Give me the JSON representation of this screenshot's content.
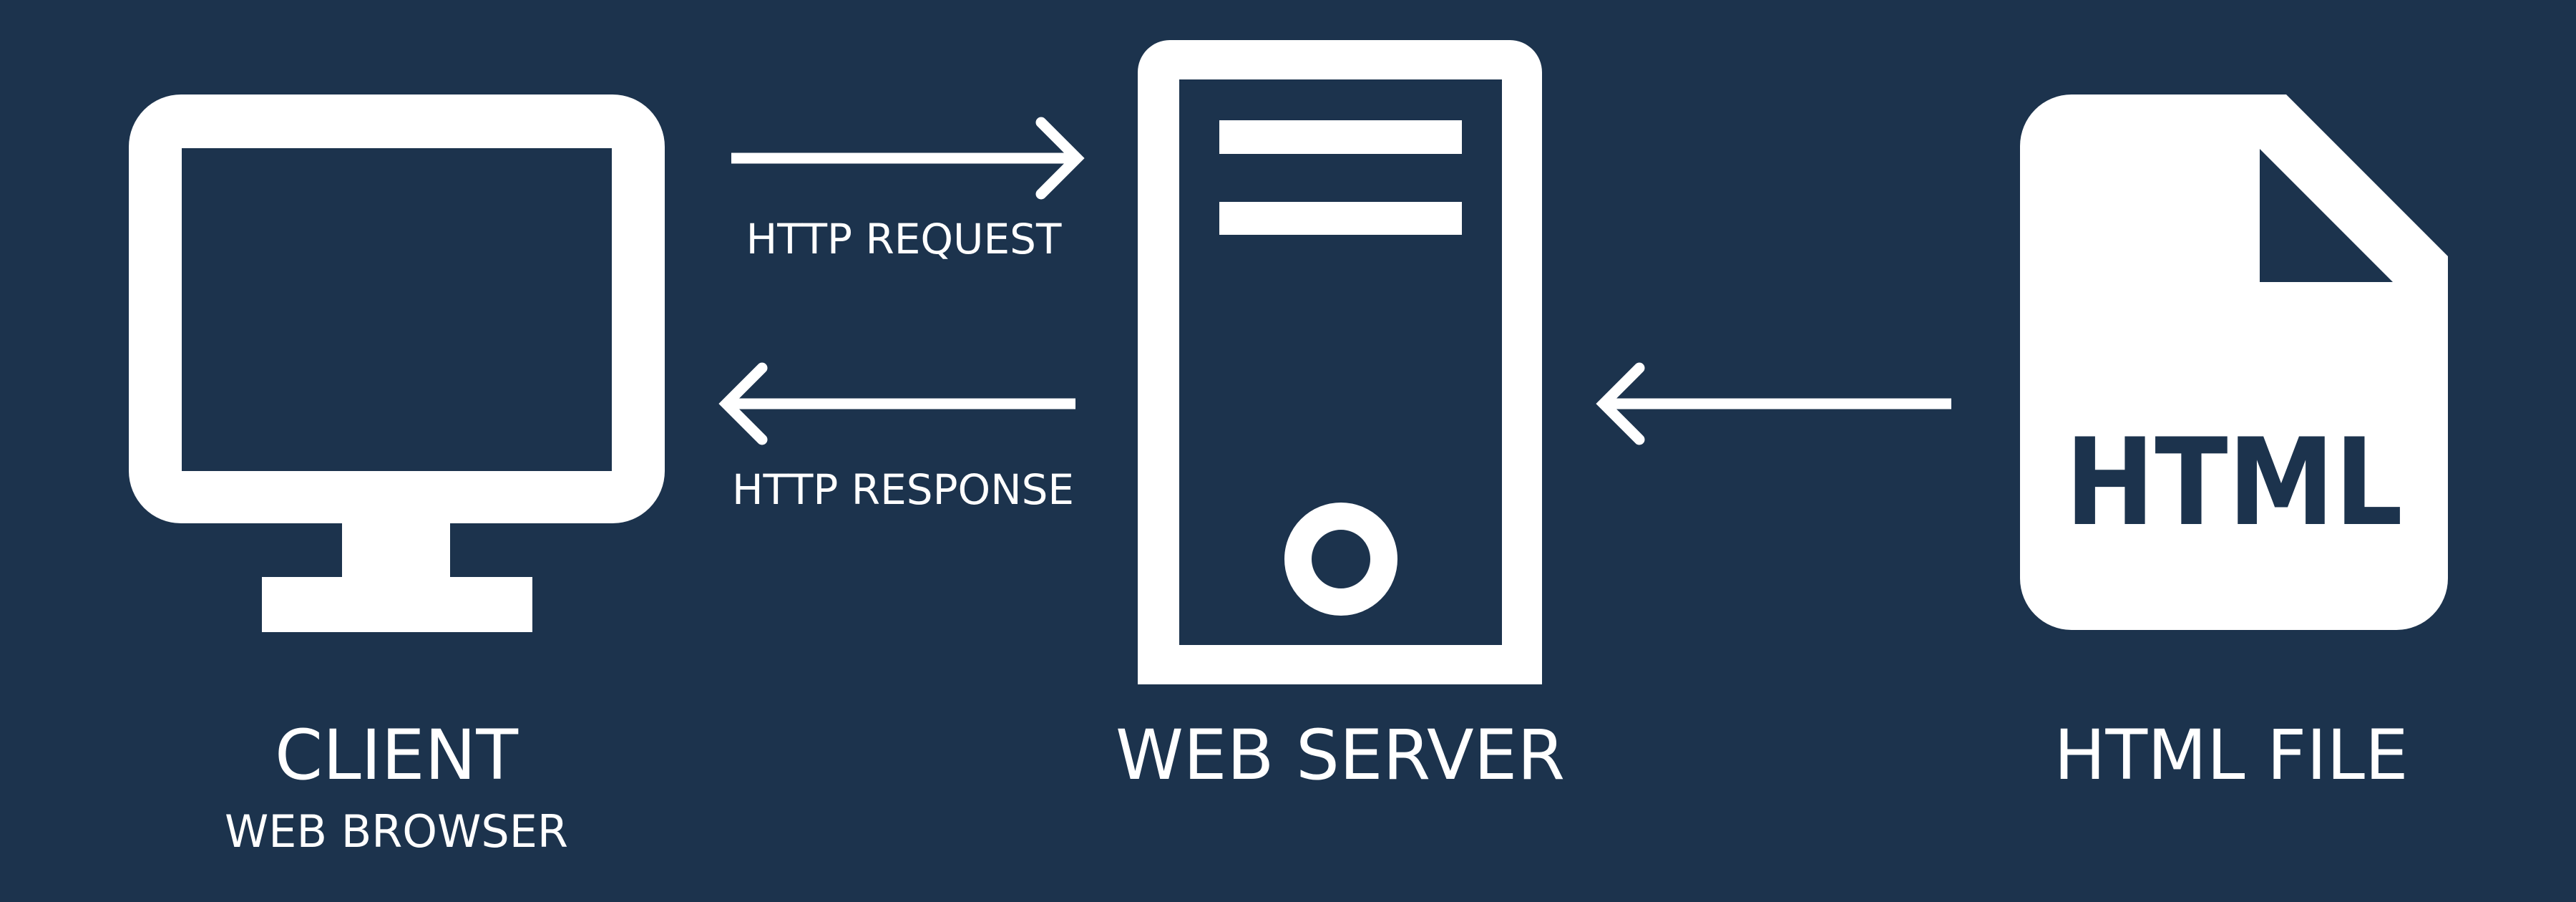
{
  "colors": {
    "background": "#1c334d",
    "foreground": "#ffffff"
  },
  "nodes": {
    "client": {
      "label": "CLIENT",
      "sublabel": "WEB BROWSER",
      "icon": "monitor-icon"
    },
    "server": {
      "label": "WEB SERVER",
      "icon": "server-tower-icon"
    },
    "file": {
      "label": "HTML FILE",
      "icon": "html-file-icon",
      "icon_text": "HTML"
    }
  },
  "arrows": {
    "request": {
      "label": "HTTP REQUEST",
      "from": "client",
      "to": "server"
    },
    "response": {
      "label": "HTTP RESPONSE",
      "from": "server",
      "to": "client"
    },
    "file_to_server": {
      "from": "file",
      "to": "server"
    }
  }
}
